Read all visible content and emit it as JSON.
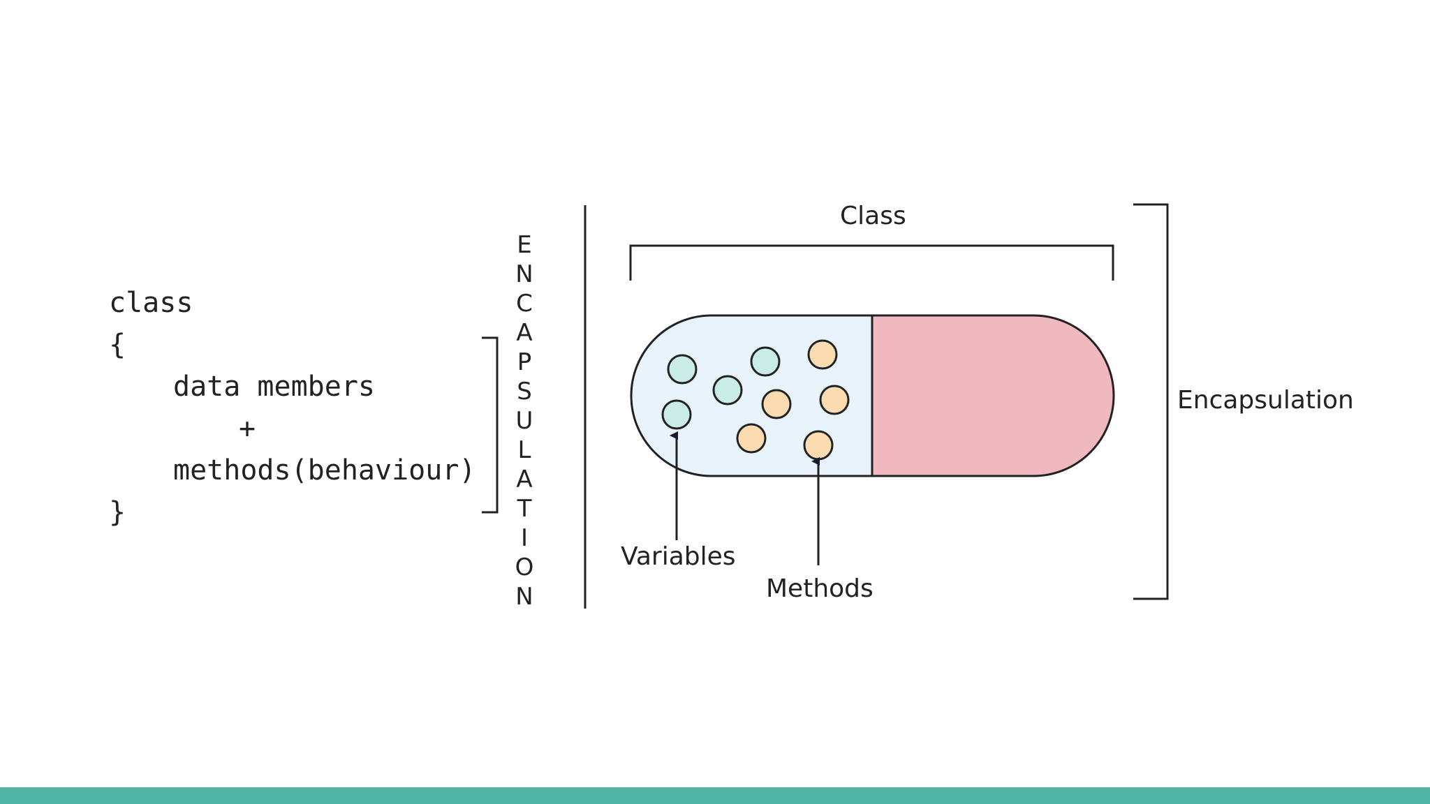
{
  "code": {
    "keyword": "class",
    "open_brace": "{",
    "members": "data members",
    "plus": "+",
    "methods": "methods(behaviour)",
    "close_brace": "}"
  },
  "vertical_word": [
    "E",
    "N",
    "C",
    "A",
    "P",
    "S",
    "U",
    "L",
    "A",
    "T",
    "I",
    "O",
    "N"
  ],
  "labels": {
    "class": "Class",
    "encapsulation": "Encapsulation",
    "variables": "Variables",
    "methods": "Methods"
  },
  "colors": {
    "capsule_left": "#e8f3fc",
    "capsule_right": "#f0b8bf",
    "variable_dot": "#c9ede6",
    "method_dot": "#fbdcb0",
    "outline": "#222222",
    "bottom_bar": "#4fb5a5"
  }
}
